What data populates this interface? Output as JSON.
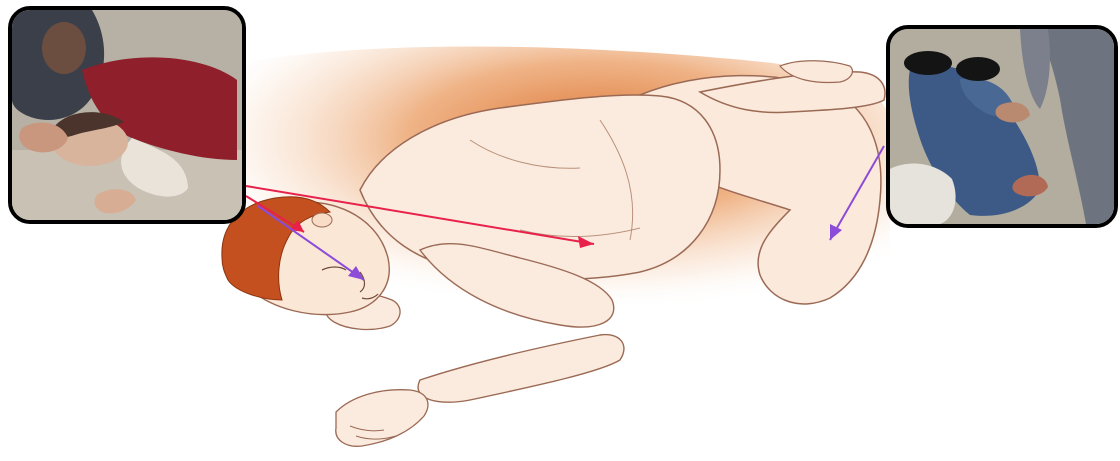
{
  "figure": {
    "subject": "recovery-position",
    "palette": {
      "backdrop": "#e07a3a",
      "skin": "#fbe7d6",
      "hair": "#c4501f",
      "outline": "#9b6a55",
      "arrow_red": "#e8204a",
      "arrow_purple": "#8c4bd8",
      "frame": "#000000"
    }
  },
  "insets": [
    {
      "id": "left",
      "content": "photo-rescuer-turning-head"
    },
    {
      "id": "right",
      "content": "photo-rescuer-bending-leg"
    }
  ],
  "callouts": [
    {
      "id": "head-tilt",
      "color": "purple"
    },
    {
      "id": "head-support",
      "color": "red"
    },
    {
      "id": "shoulder",
      "color": "red"
    },
    {
      "id": "knee",
      "color": "purple"
    }
  ]
}
